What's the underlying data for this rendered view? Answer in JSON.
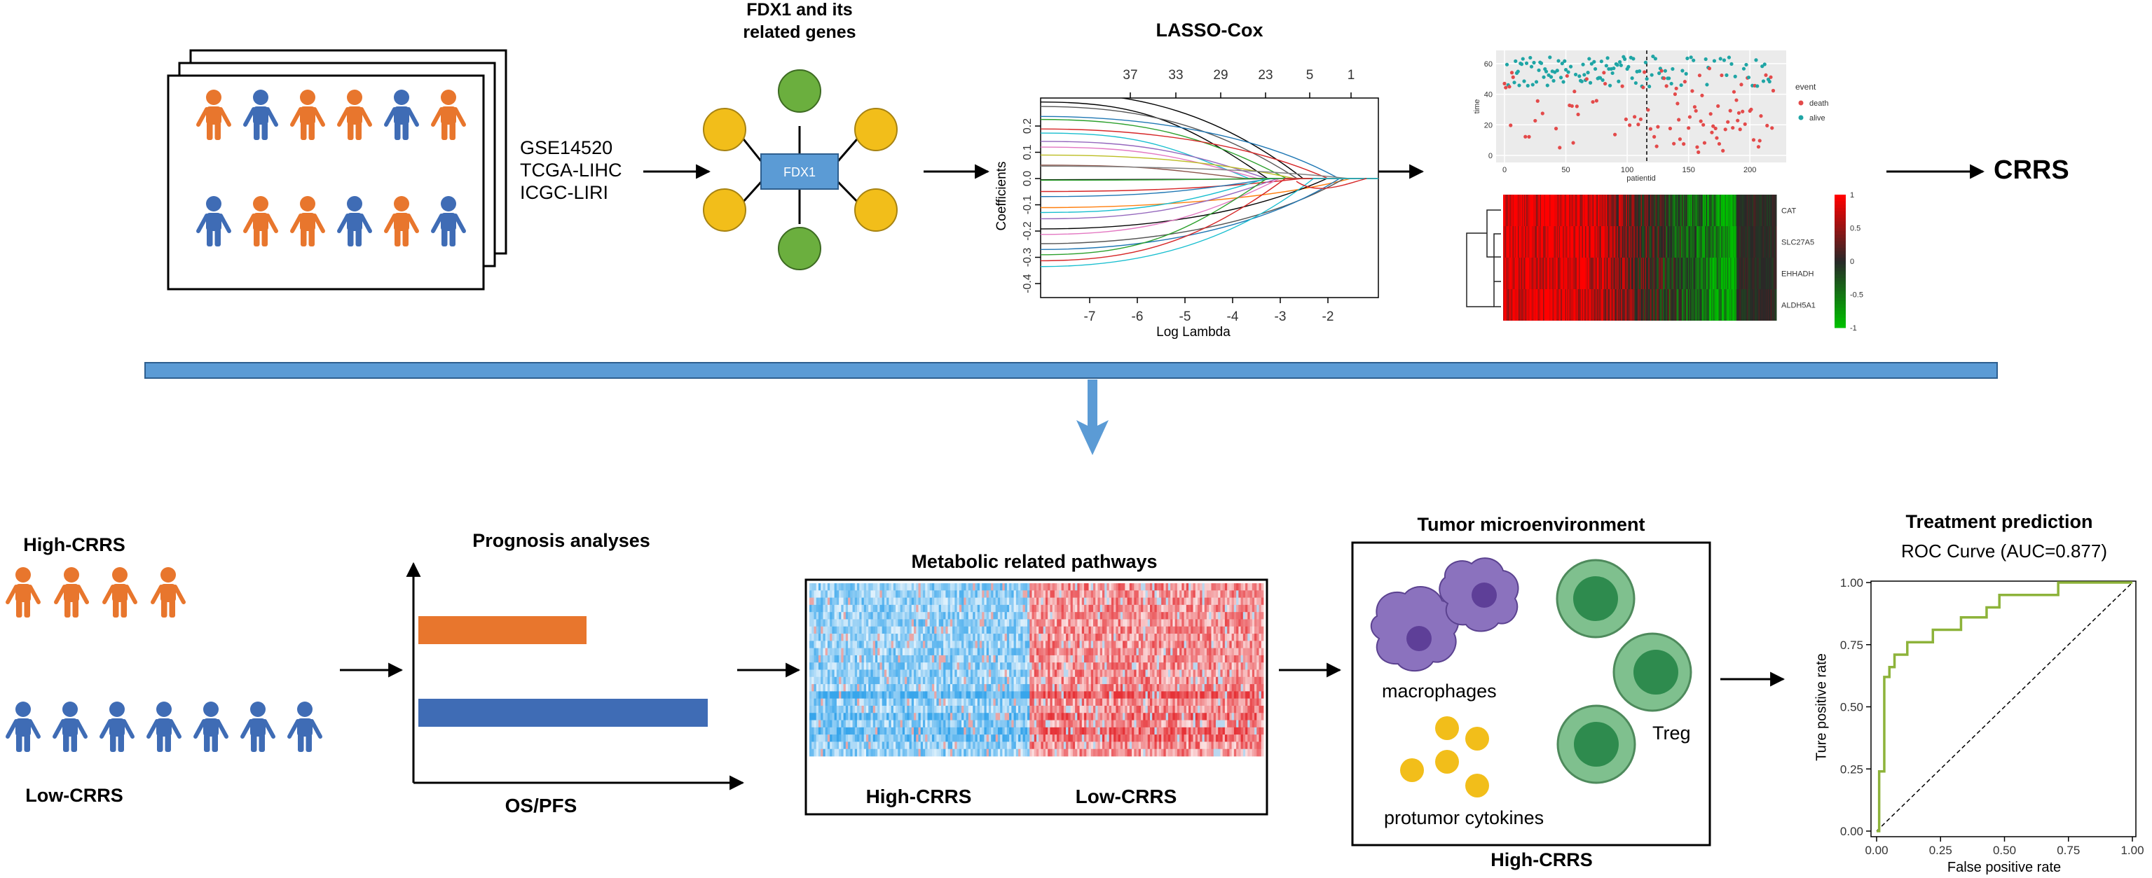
{
  "top": {
    "datasets": [
      "GSE14520",
      "TCGA-LIHC",
      "ICGC-LIRI"
    ],
    "fdx1_title": [
      "FDX1 and its",
      "related genes"
    ],
    "fdx1_node": "FDX1",
    "lasso": {
      "title": "LASSO-Cox",
      "top_ticks": [
        "37",
        "33",
        "29",
        "23",
        "5",
        "1"
      ],
      "x_ticks": [
        "-7",
        "-6",
        "-5",
        "-4",
        "-3",
        "-2"
      ],
      "y_ticks": [
        "0.2",
        "0.1",
        "0.0",
        "-0.1",
        "-0.2",
        "-0.3",
        "-0.4"
      ],
      "xlabel": "Log Lambda",
      "ylabel": "Coefficients"
    },
    "scatter": {
      "ylabel": "time",
      "xlabel": "patientid",
      "x_ticks": [
        "0",
        "50",
        "100",
        "150",
        "200"
      ],
      "y_ticks": [
        "0",
        "20",
        "40",
        "60"
      ],
      "legend_title": "event",
      "legend_items": [
        "death",
        "alive"
      ]
    },
    "heatmap": {
      "genes": [
        "CAT",
        "SLC27A5",
        "EHHADH",
        "ALDH5A1"
      ],
      "scale": [
        "1",
        "0.5",
        "0",
        "-0.5",
        "-1"
      ]
    },
    "output": "CRRS"
  },
  "bottom": {
    "groups": {
      "high": "High-CRRS",
      "low": "Low-CRRS"
    },
    "prognosis": {
      "title": "Prognosis analyses",
      "xlabel": "OS/PFS"
    },
    "metabolic": {
      "title": "Metabolic related pathways",
      "left": "High-CRRS",
      "right": "Low-CRRS"
    },
    "tme": {
      "title": "Tumor microenvironment",
      "macrophages": "macrophages",
      "cytokines": "protumor cytokines",
      "treg": "Treg",
      "caption": "High-CRRS"
    },
    "treatment": {
      "title": "Treatment prediction",
      "roc_title": "ROC Curve (AUC=0.877)",
      "xlabel": "False positive rate",
      "ylabel": "Ture positive rate",
      "ticks": [
        "0.00",
        "0.25",
        "0.50",
        "0.75",
        "1.00"
      ]
    }
  },
  "colors": {
    "orange": "#E8762D",
    "blue": "#3F6CB5",
    "gene_yellow": "#F2BE1A",
    "gene_green": "#6BAF3E",
    "fdx1_box": "#5B9BD5",
    "divider": "#5B9BD5",
    "heat_red": "#D7191C",
    "heat_green": "#2CA02C",
    "heat_blue": "#3AA6DD",
    "macrophage": "#8B72BE",
    "treg": "#7FC08E",
    "cytokine": "#F2BE1A",
    "roc": "#8DB33A",
    "death": "#E34A4A",
    "alive": "#1FA5A5"
  }
}
